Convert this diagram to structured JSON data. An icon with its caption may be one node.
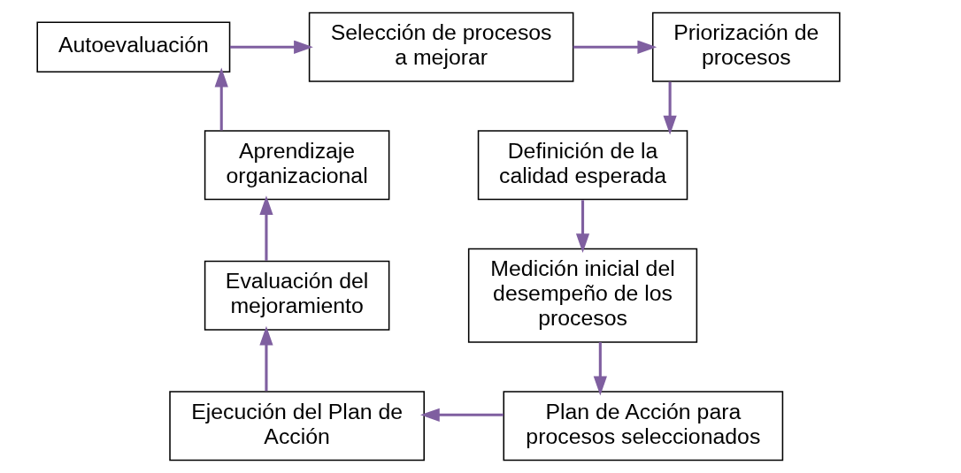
{
  "diagram": {
    "nodes": [
      {
        "text": [
          "Autoevaluación"
        ]
      },
      {
        "text": [
          "Selección de procesos a mejorar"
        ]
      },
      {
        "text": [
          "Priorización de procesos"
        ]
      },
      {
        "text": [
          "Definición de la calidad esperada"
        ]
      },
      {
        "text": [
          "Medición inicial del desempeño de los procesos"
        ]
      },
      {
        "text": [
          "Plan de Acción para procesos seleccionados"
        ]
      },
      {
        "text": [
          "Ejecución del Plan de Acción"
        ]
      },
      {
        "text": [
          "Evaluación del mejoramiento"
        ]
      },
      {
        "text": [
          "Aprendizaje organizacional"
        ]
      }
    ],
    "edges": [
      {
        "from": 0,
        "to": 1,
        "arrow": "to"
      },
      {
        "from": 1,
        "to": 2,
        "arrow": "to"
      },
      {
        "from": 2,
        "to": 3,
        "arrow": "to"
      },
      {
        "from": 3,
        "to": 4,
        "arrow": "to"
      },
      {
        "from": 4,
        "to": 5,
        "arrow": "to"
      },
      {
        "from": 5,
        "to": 6,
        "arrow": "to"
      },
      {
        "from": 6,
        "to": 7,
        "arrow": "to"
      },
      {
        "from": 7,
        "to": 8,
        "arrow": "to"
      },
      {
        "from": 8,
        "to": 0,
        "arrow": "to"
      }
    ]
  }
}
